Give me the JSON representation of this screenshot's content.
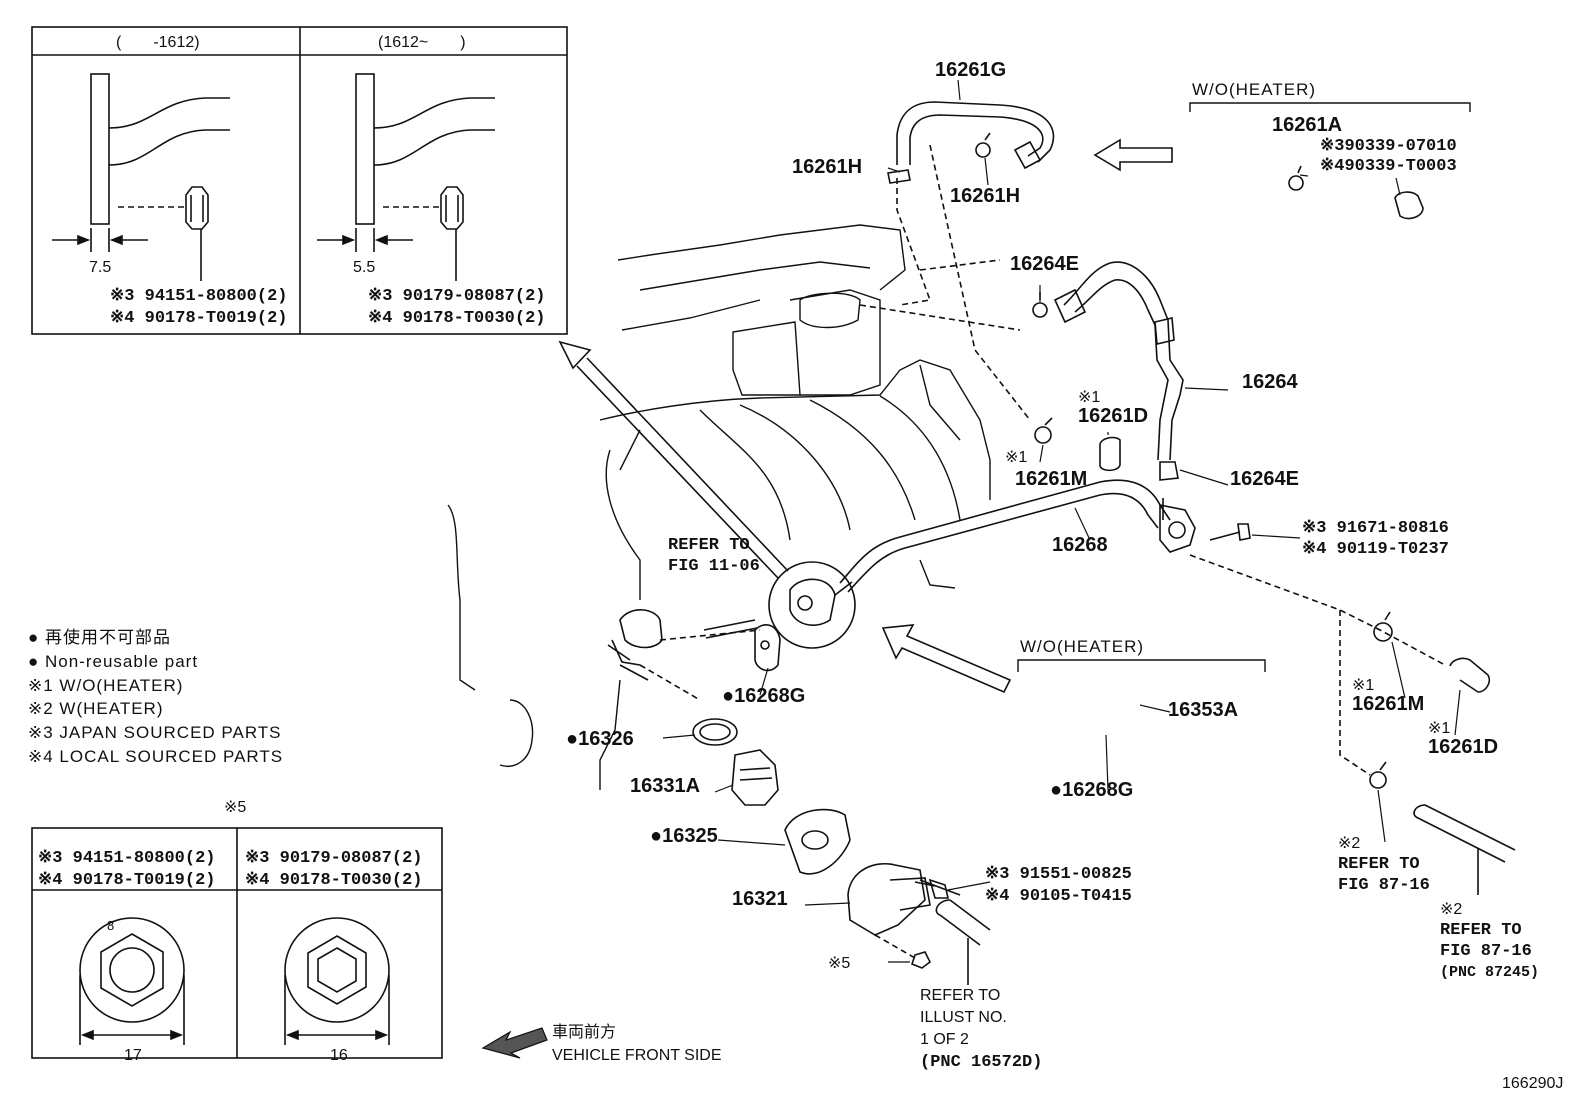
{
  "inset_top": {
    "left_header": "(　　-1612)",
    "right_header": "(1612~　　)",
    "left_dim": "7.5",
    "right_dim": "5.5",
    "left_line1": "※3 94151-80800(2)",
    "left_line2": "※4 90178-T0019(2)",
    "right_line1": "※3 90179-08087(2)",
    "right_line2": "※4 90178-T0030(2)"
  },
  "inset_bottom": {
    "title": "※5",
    "left_line1": "※3 94151-80800(2)",
    "left_line2": "※4 90178-T0019(2)",
    "right_line1": "※3 90179-08087(2)",
    "right_line2": "※4 90178-T0030(2)",
    "left_small": "8",
    "left_dim": "17",
    "right_dim": "16"
  },
  "legend": {
    "items": [
      "● 再使用不可部品",
      "● Non-reusable part",
      "※1 W/O(HEATER)",
      "※2 W(HEATER)",
      "※3 JAPAN SOURCED PARTS",
      "※4 LOCAL SOURCED PARTS"
    ]
  },
  "parts": {
    "p16261G": "16261G",
    "p16261H_a": "16261H",
    "p16261H_b": "16261H",
    "wo_heater_top": "W/O(HEATER)",
    "p16261A": "16261A",
    "p16261A_l1": "※390339-07010",
    "p16261A_l2": "※490339-T0003",
    "p16264E_a": "16264E",
    "p16264": "16264",
    "p16261D_mark": "※1",
    "p16261D": "16261D",
    "p16261M_mark": "※1",
    "p16261M": "16261M",
    "p16264E_b": "16264E",
    "p16268": "16268",
    "bolt_l1": "※3  91671-80816",
    "bolt_l2": "※4  90119-T0237",
    "ref_fig_1106_a": "REFER TO",
    "ref_fig_1106_b": "FIG 11-06",
    "wo_heater_mid": "W/O(HEATER)",
    "p16353A": "16353A",
    "p16268G_a": "●16268G",
    "p16268G_b": "●16268G",
    "p16326": "●16326",
    "p16331A": "16331A",
    "p16325": "●16325",
    "p16321": "16321",
    "p91551_l1": "※3 91551-00825",
    "p91551_l2": "※4 90105-T0415",
    "mark5": "※5",
    "ref_illust_1": "REFER TO",
    "ref_illust_2": "ILLUST NO.",
    "ref_illust_3": "1 OF 2",
    "ref_illust_4": "(PNC 16572D)",
    "rm_mark": "※1",
    "rm_label": "16261M",
    "rd_mark": "※1",
    "rd_label": "16261D",
    "ref_8716a_mark": "※2",
    "ref_8716a_1": "REFER TO",
    "ref_8716a_2": "FIG 87-16",
    "ref_8716b_mark": "※2",
    "ref_8716b_1": "REFER TO",
    "ref_8716b_2": "FIG 87-16",
    "ref_8716b_3": "(PNC 87245)"
  },
  "front": {
    "jp": "車両前方",
    "en": "VEHICLE FRONT SIDE"
  },
  "diagram_id": "166290J"
}
